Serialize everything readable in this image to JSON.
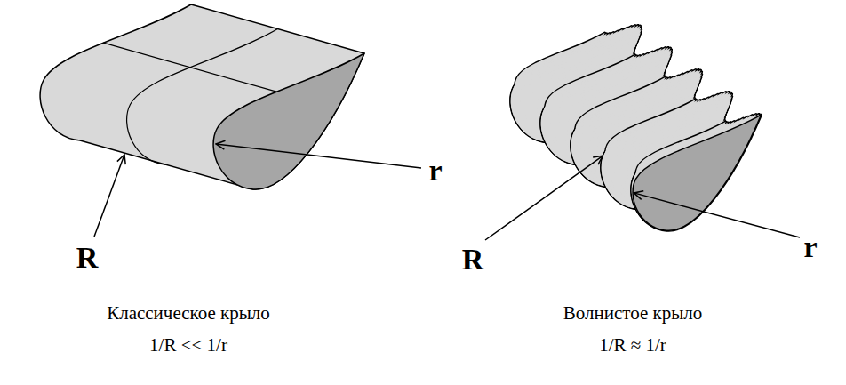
{
  "diagram": {
    "labels": [
      "R",
      "r",
      "R",
      "r",
      "Классическое крыло",
      "1/R << 1/r",
      "Волнистое крыло",
      "1/R ≈ 1/r"
    ]
  }
}
